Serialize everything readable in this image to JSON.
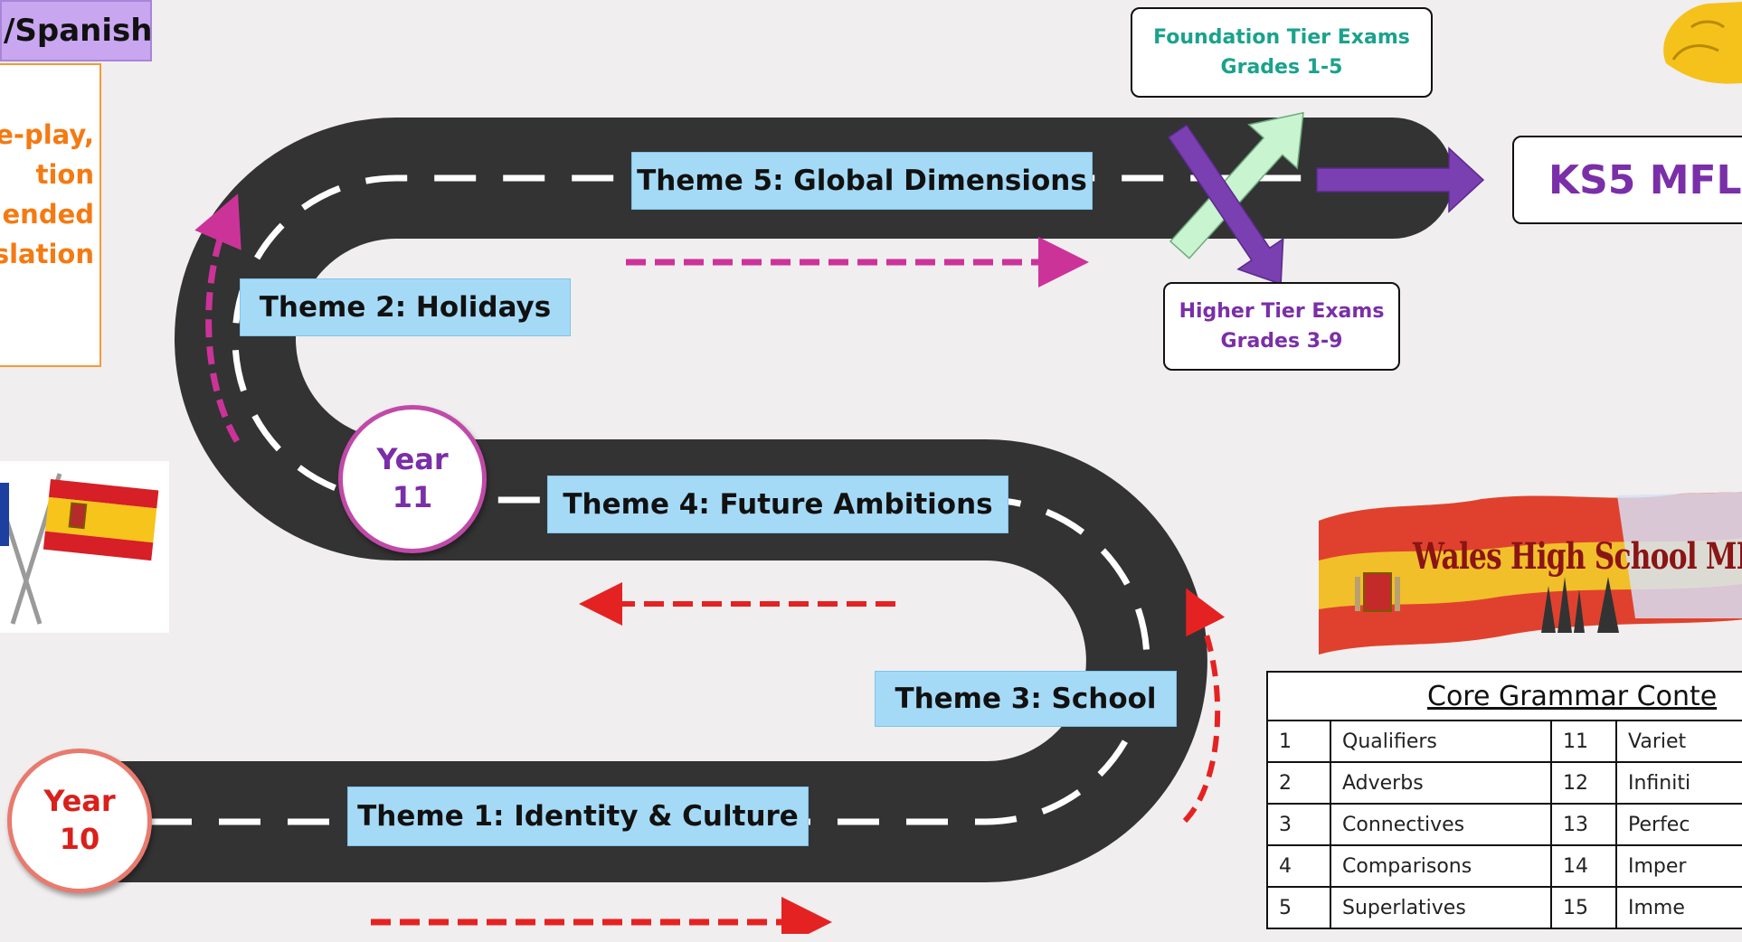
{
  "title_tab": "/Spanish",
  "skills_box": {
    "lines": [
      "le-play,",
      "tion",
      "ended",
      "slation"
    ]
  },
  "themes": {
    "t1": "Theme 1: Identity & Culture",
    "t2": "Theme 2: Holidays",
    "t3": "Theme 3: School",
    "t4": "Theme 4: Future Ambitions",
    "t5": "Theme 5: Global Dimensions"
  },
  "year10": {
    "word": "Year",
    "number": "10"
  },
  "year11": {
    "word": "Year",
    "number": "11"
  },
  "foundation": {
    "line1": "Foundation Tier Exams",
    "line2": "Grades 1-5"
  },
  "higher": {
    "line1": "Higher Tier Exams",
    "line2": "Grades 3-9"
  },
  "ks5": "KS5 MFL",
  "banner_title": "Wales High School MFL Dep",
  "grammar": {
    "heading": "Core Grammar Conte",
    "rows": [
      {
        "n1": "1",
        "t1": "Qualifiers",
        "n2": "11",
        "t2": "Variet"
      },
      {
        "n1": "2",
        "t1": "Adverbs",
        "n2": "12",
        "t2": "Infiniti"
      },
      {
        "n1": "3",
        "t1": "Connectives",
        "n2": "13",
        "t2": "Perfec"
      },
      {
        "n1": "4",
        "t1": "Comparisons",
        "n2": "14",
        "t2": "Imper"
      },
      {
        "n1": "5",
        "t1": "Superlatives",
        "n2": "15",
        "t2": "Imme"
      }
    ]
  },
  "colors": {
    "road": "#333333",
    "label_bg": "#a5daf6",
    "purple": "#7a2fa8",
    "teal": "#1aa28c",
    "red_dash": "#e52222",
    "magenta_dash": "#cc3399",
    "orange": "#f47a12",
    "mint_arrow": "#c8f4d0"
  },
  "icons": [
    "crossed-flags-icon",
    "crest-icon",
    "arrow-icon"
  ]
}
